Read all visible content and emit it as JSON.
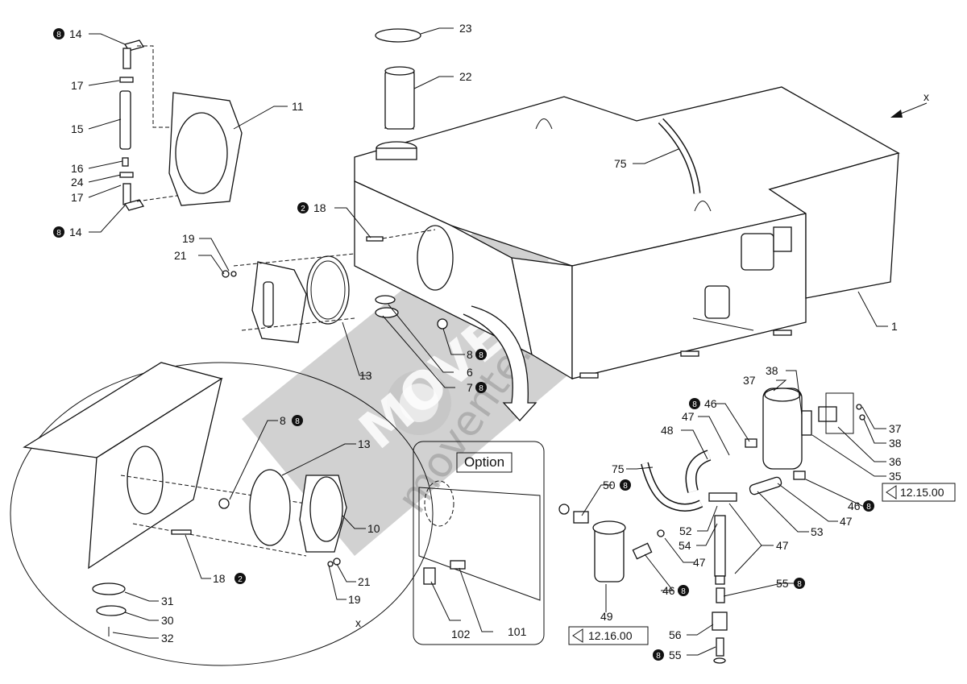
{
  "labels": {
    "p14a": "14",
    "p17a": "17",
    "p15": "15",
    "p16": "16",
    "p24": "24",
    "p17b": "17",
    "p14b": "14",
    "p11": "11",
    "p23": "23",
    "p22": "22",
    "p75a": "75",
    "px": "x",
    "p18a": "18",
    "p19a": "19",
    "p21a": "21",
    "p1": "1",
    "p8a": "8",
    "p6": "6",
    "p7": "7",
    "p13a": "13",
    "p38a": "38",
    "p37a": "37",
    "p46a": "46",
    "p47a": "47",
    "p48": "48",
    "p37b": "37",
    "p38b": "38",
    "p36": "36",
    "p35": "35",
    "p75b": "75",
    "p50": "50",
    "p46b": "46",
    "p47b": "47",
    "p53": "53",
    "p52": "52",
    "p54": "54",
    "p47c": "47",
    "p47d": "47",
    "p46c": "46",
    "p55a": "55",
    "p49": "49",
    "p56": "56",
    "p55b": "55",
    "p8b": "8",
    "p13b": "13",
    "p10": "10",
    "p18b": "18",
    "p21b": "21",
    "p19b": "19",
    "p31": "31",
    "p30": "30",
    "p32": "32",
    "px2": "x",
    "p102": "102",
    "p101": "101"
  },
  "badges": {
    "b8": "8",
    "b2": "2"
  },
  "option_box": {
    "title": "Option"
  },
  "references": {
    "ref1": "12.15.00",
    "ref2": "12.16.00"
  },
  "watermark": {
    "brand": "MOVENTE",
    "site": "movente.ru"
  }
}
